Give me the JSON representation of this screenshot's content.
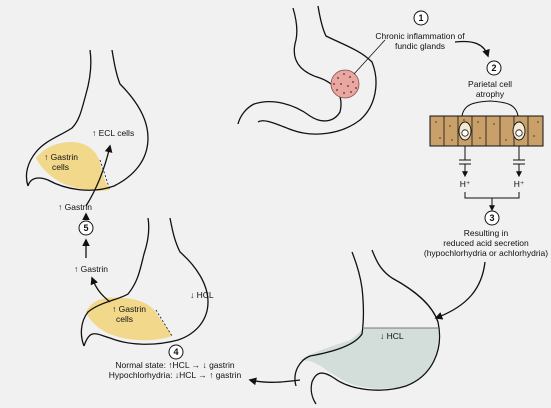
{
  "steps": {
    "s1": {
      "number": "1",
      "line1": "Chronic inflammation of",
      "line2": "fundic glands"
    },
    "s2": {
      "number": "2",
      "line1": "Parietal cell",
      "line2": "atrophy"
    },
    "s3": {
      "number": "3",
      "line1": "Resulting in",
      "line2": "reduced acid secretion",
      "line3": "(hypochlorhydria or achlorhydria)"
    },
    "s4": {
      "number": "4",
      "line1": "Normal state: ↑HCL → ↓ gastrin",
      "line2": "Hypochlorhydria: ↓HCL → ↑ gastrin"
    },
    "s5": {
      "number": "5"
    }
  },
  "labels": {
    "h_plus_left": "H⁺",
    "h_plus_right": "H⁺",
    "stomach_hcl": "↓ HCL",
    "mid_hcl": "↓ HCL",
    "gastrin_cells": "↑ Gastrin",
    "gastrin_cells_2": "cells",
    "gastrin_cells_top": "↑ Gastrin",
    "gastrin_cells_top_2": "cells",
    "gastrin_up_mid": "↑ Gastrin",
    "gastrin_up_top": "↑ Gastrin",
    "ecl_cells": "↑ ECL cells"
  },
  "colors": {
    "background": "#f1f1f1",
    "gastrin_area": "#f2d88a",
    "acid_fluid": "#d3ddd9",
    "inflammation": "#e8a7a0",
    "parietal_cells": "#c9a06a",
    "outline": "#111111"
  }
}
